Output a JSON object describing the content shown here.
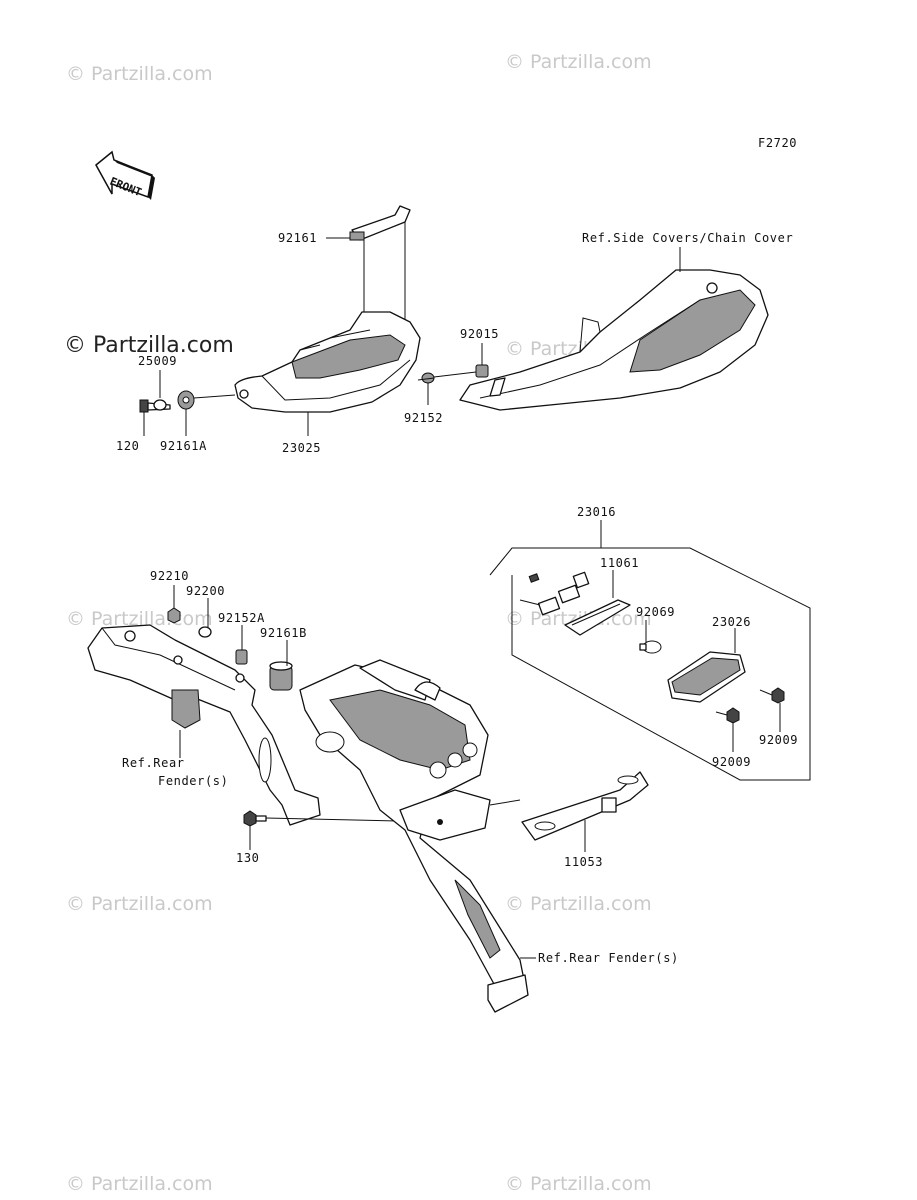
{
  "figure_code": "F2720",
  "front_arrow_label": "FRONT",
  "watermarks": {
    "text": "© Partzilla.com",
    "featured": "© Partzilla.com"
  },
  "labels": {
    "p92161": "92161",
    "ref_side_covers": "Ref.Side Covers/Chain Cover",
    "p25009": "25009",
    "p92015": "92015",
    "p120": "120",
    "p92161A": "92161A",
    "p23025": "23025",
    "p92152": "92152",
    "p23016": "23016",
    "p11061": "11061",
    "p92210": "92210",
    "p92200": "92200",
    "p92152A": "92152A",
    "p92161B": "92161B",
    "p92069": "92069",
    "p23026": "23026",
    "ref_rear_fender_1": "Ref.Rear",
    "ref_rear_fender_2": "Fender(s)",
    "p92009_a": "92009",
    "p92009_b": "92009",
    "p130": "130",
    "p11053": "11053",
    "ref_rear_fender_bottom": "Ref.Rear Fender(s)"
  }
}
